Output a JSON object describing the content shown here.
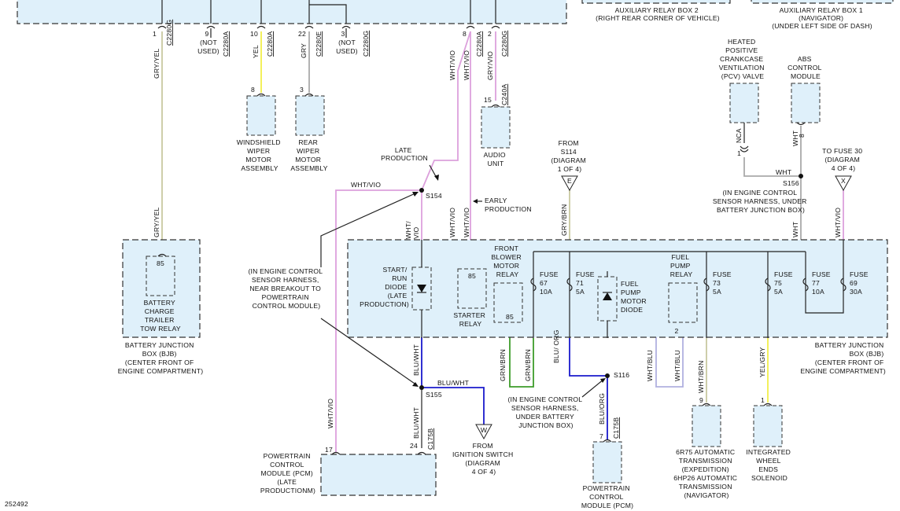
{
  "header": {
    "aux_relay_box_2": [
      "AUXILIARY RELAY BOX 2",
      "(RIGHT REAR CORNER OF VEHICLE)"
    ],
    "aux_relay_box_1": [
      "AUXILIARY RELAY BOX 1",
      "(NAVIGATOR)",
      "(UNDER LEFT SIDE OF DASH)"
    ]
  },
  "top_connector": {
    "pins": [
      {
        "pin": "1",
        "conn": "C2280G"
      },
      {
        "pin": "9",
        "conn": "C2280A",
        "note": [
          "(NOT",
          "USED)"
        ]
      },
      {
        "pin": "10",
        "conn": "C2280A"
      },
      {
        "pin": "22",
        "conn": "C2280E"
      },
      {
        "pin": "3",
        "conn": "C2280G",
        "note": [
          "(NOT",
          "USED)"
        ]
      },
      {
        "pin": "8",
        "conn": "C2280A"
      },
      {
        "pin": "2",
        "conn": "C2280G"
      }
    ]
  },
  "wires": {
    "gry_yel": "GRY/YEL",
    "yel": "YEL",
    "gry": "GRY",
    "wht_vio": "WHT/VIO",
    "gry_vio": "GRY/VIO",
    "gry_brn": "GRY/BRN",
    "blu_wht": "BLU/WHT",
    "grn_brn": "GRN/BRN",
    "blu_org": "BLU/ ORG",
    "blu_org2": "BLU/ORG",
    "wht_blu": "WHT/BLU",
    "wht_brn": "WHT/BRN",
    "yel_gry": "YEL/GRY",
    "wht": "WHT",
    "nca": "NCA",
    "wht_vio_split": [
      "WHT/",
      "VIO"
    ]
  },
  "components": {
    "wiper": {
      "pin": "8",
      "label": [
        "WINDSHIELD",
        "WIPER",
        "MOTOR",
        "ASSEMBLY"
      ]
    },
    "rear_wiper": {
      "pin": "3",
      "label": [
        "REAR",
        "WIPER",
        "MOTOR",
        "ASSEMBLY"
      ]
    },
    "audio": {
      "pin": "15",
      "conn": "C240A",
      "label": [
        "AUDIO",
        "UNIT"
      ]
    },
    "pcv": {
      "label": [
        "HEATED",
        "POSITIVE",
        "CRANKCASE",
        "VENTILATION",
        "(PCV) VALVE"
      ],
      "pin": "1"
    },
    "abs": {
      "label": [
        "ABS",
        "CONTROL",
        "MODULE"
      ],
      "pin": "8"
    },
    "tow_relay": {
      "pin": "85",
      "label": [
        "BATTERY",
        "CHARGE",
        "TRAILER",
        "TOW RELAY"
      ]
    },
    "bjb_left": [
      "BATTERY JUNCTION",
      "BOX (BJB)",
      "(CENTER FRONT OF",
      "ENGINE COMPARTMENT)"
    ],
    "bjb_right": [
      "BATTERY JUNCTION",
      "BOX (BJB)",
      "(CENTER FRONT OF",
      "ENGINE COMPARTMENT)"
    ],
    "start_run_diode": [
      "START/",
      "RUN",
      "DIODE",
      "(LATE",
      "PRODUCTION)"
    ],
    "starter_relay": {
      "pin": "85",
      "label": [
        "STARTER",
        "RELAY"
      ]
    },
    "blower_relay": {
      "pin": "85",
      "label": [
        "FRONT",
        "BLOWER",
        "MOTOR",
        "RELAY"
      ]
    },
    "fuse67": [
      "FUSE",
      "67",
      "10A"
    ],
    "fuse71": [
      "FUSE",
      "71",
      "5A"
    ],
    "fuel_pump_diode": [
      "FUEL",
      "PUMP",
      "MOTOR",
      "DIODE"
    ],
    "fuel_pump_relay": {
      "pin": "2",
      "label": [
        "FUEL",
        "PUMP",
        "RELAY"
      ]
    },
    "fuse73": [
      "FUSE",
      "73",
      "5A"
    ],
    "fuse75": [
      "FUSE",
      "75",
      "5A"
    ],
    "fuse77": [
      "FUSE",
      "77",
      "10A"
    ],
    "fuse69": [
      "FUSE",
      "69",
      "30A"
    ],
    "pcm_late": {
      "pins": [
        "17",
        "24"
      ],
      "conn": "C175B",
      "label": [
        "POWERTRAIN",
        "CONTROL",
        "MODULE (PCM)",
        "(LATE",
        "PRODUCTIONM)"
      ]
    },
    "pcm": {
      "pin": "7",
      "conn": "C175B",
      "label": [
        "POWERTRAIN",
        "CONTROL",
        "MODULE (PCM)"
      ]
    },
    "trans": {
      "pin": "9",
      "label": [
        "6R75 AUTOMATIC",
        "TRANSMISSION",
        "(EXPEDITION)",
        "6HP26 AUTOMATIC",
        "TRANSMISSION",
        "(NAVIGATOR)"
      ]
    },
    "iwe": {
      "pin": "1",
      "label": [
        "INTEGRATED",
        "WHEEL",
        "ENDS",
        "SOLENOID"
      ]
    }
  },
  "splices": {
    "s154": "S154",
    "s155": "S155",
    "s116": "S116",
    "s156": "S156"
  },
  "notes": {
    "late_production": [
      "LATE",
      "PRODUCTION"
    ],
    "early_production": [
      "EARLY",
      "PRODUCTION"
    ],
    "from_s114": [
      "FROM",
      "S114",
      "(DIAGRAM",
      "1 OF 4)"
    ],
    "connector_e": "E",
    "to_fuse30": [
      "TO FUSE 30",
      "(DIAGRAM",
      "4 OF 4)"
    ],
    "connector_x": "X",
    "s156_note": [
      "(IN ENGINE CONTROL",
      "SENSOR HARNESS, UNDER",
      "BATTERY JUNCTION BOX)"
    ],
    "breakout_note": [
      "(IN ENGINE CONTROL",
      "SENSOR HARNESS,",
      "NEAR BREAKOUT TO",
      "POWERTRAIN",
      "CONTROL MODULE)"
    ],
    "s116_note": [
      "(IN ENGINE CONTROL",
      "SENSOR HARNESS,",
      "UNDER BATTERY",
      "JUNCTION BOX)"
    ],
    "from_ignition": [
      "FROM",
      "IGNITION SWITCH",
      "(DIAGRAM",
      "4 OF 4)"
    ],
    "connector_w": "W"
  },
  "figure_id": "252492"
}
